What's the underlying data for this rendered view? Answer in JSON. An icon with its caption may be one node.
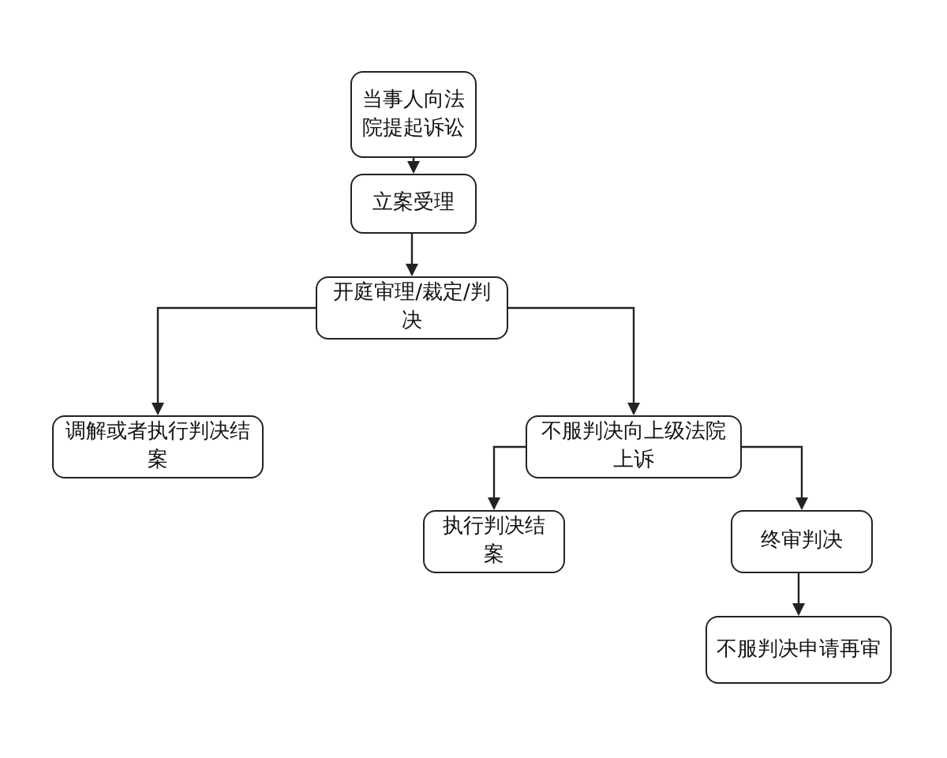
{
  "diagram": {
    "nodes": [
      {
        "text": [
          "当事人向法院提起诉讼"
        ]
      },
      {
        "text": [
          "立案受理"
        ]
      },
      {
        "text": [
          "开庭审理/裁定/判决"
        ]
      },
      {
        "text": [
          "调解或者执行判决结案"
        ]
      },
      {
        "text": [
          "不服判决向上级法院上诉"
        ]
      },
      {
        "text": [
          "执行判决结案"
        ]
      },
      {
        "text": [
          "终审判决"
        ]
      },
      {
        "text": [
          "不服判决申请再审"
        ]
      }
    ],
    "edges": [
      {
        "from": 0,
        "to": 1,
        "arrow": "to"
      },
      {
        "from": 1,
        "to": 2,
        "arrow": "to"
      },
      {
        "from": 2,
        "to": 3,
        "arrow": "to"
      },
      {
        "from": 2,
        "to": 4,
        "arrow": "to"
      },
      {
        "from": 4,
        "to": 5,
        "arrow": "to"
      },
      {
        "from": 4,
        "to": 6,
        "arrow": "to"
      },
      {
        "from": 6,
        "to": 7,
        "arrow": "to"
      }
    ]
  }
}
